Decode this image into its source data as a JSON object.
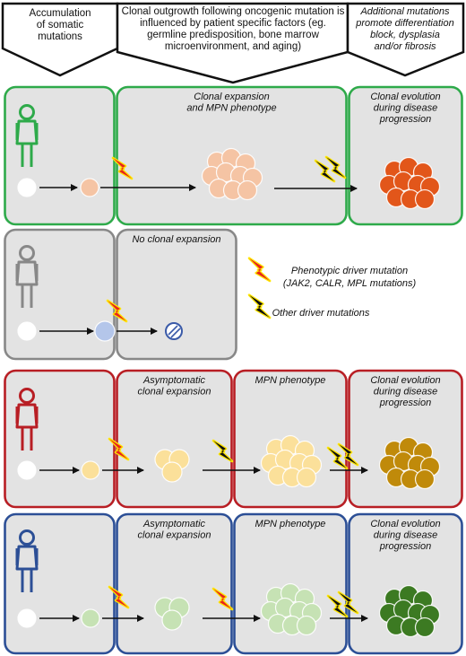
{
  "header": {
    "col1": [
      "Accumulation",
      "of somatic",
      "mutations"
    ],
    "col2": [
      "Clonal outgrowth following oncogenic mutation is",
      "influenced by patient specific factors (eg.",
      "germline predisposition, bone marrow",
      "microenvironment, and aging)"
    ],
    "col3": [
      "Additional mutations",
      "promote differentiation",
      "block, dysplasia",
      "and/or fibrosis"
    ]
  },
  "rows": [
    {
      "color": "#2eaa4a",
      "cell_color": "#f5c4a4",
      "stage_color": "#e2561a",
      "boxes": [
        {
          "title": []
        },
        {
          "title": [
            "Clonal expansion",
            "and MPN phenotype"
          ]
        },
        {
          "title": [
            "Clonal evolution",
            "during disease",
            "progression"
          ]
        }
      ]
    },
    {
      "color": "#888888",
      "cell_color": "#b4c6ea",
      "boxes": [
        {
          "title": []
        },
        {
          "title": [
            "No clonal expansion"
          ]
        }
      ]
    },
    {
      "color": "#b81e24",
      "cell_color": "#fbe09a",
      "stage_color": "#c08a0a",
      "boxes": [
        {
          "title": []
        },
        {
          "title": [
            "Asymptomatic",
            "clonal expansion"
          ]
        },
        {
          "title": [
            "MPN phenotype"
          ]
        },
        {
          "title": [
            "Clonal evolution",
            "during disease",
            "progression"
          ]
        }
      ]
    },
    {
      "color": "#2c4f96",
      "cell_color": "#c6e2b4",
      "stage_color": "#3c7a22",
      "boxes": [
        {
          "title": []
        },
        {
          "title": [
            "Asymptomatic",
            "clonal expansion"
          ]
        },
        {
          "title": [
            "MPN phenotype"
          ]
        },
        {
          "title": [
            "Clonal evolution",
            "during disease",
            "progression"
          ]
        }
      ]
    }
  ],
  "legend": {
    "phenotypic": [
      "Phenotypic driver mutation",
      "(JAK2, CALR, MPL mutations)"
    ],
    "other": [
      "Other driver mutations"
    ]
  },
  "colors": {
    "panel_fill": "#e3e3e3",
    "bolt_red": "#e8251c",
    "bolt_black": "#111111",
    "bolt_yellow": "#ffe600",
    "blocked_cell": "#3a5aa8"
  }
}
